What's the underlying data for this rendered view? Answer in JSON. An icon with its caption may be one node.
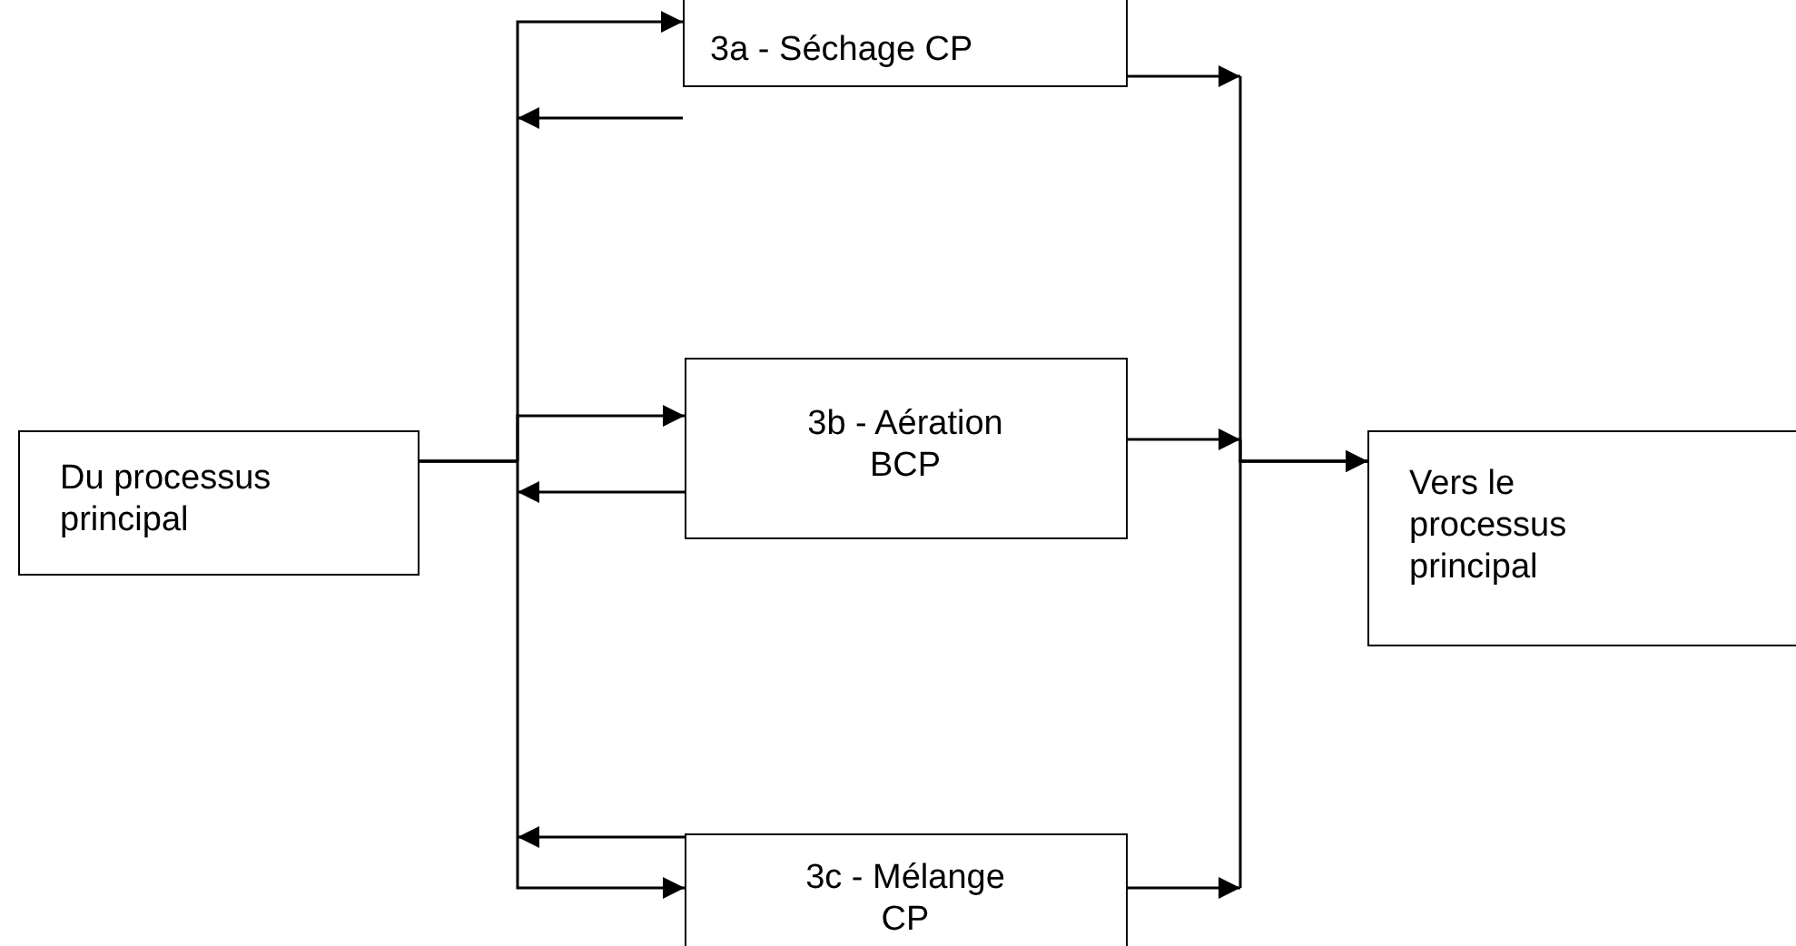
{
  "diagram": {
    "nodes": [
      {
        "text": [
          "Du processus principal"
        ]
      },
      {
        "text": [
          "3a - Séchage CP"
        ]
      },
      {
        "text": [
          "3b - Aération BCP"
        ]
      },
      {
        "text": [
          "3c - Mélange CP"
        ]
      },
      {
        "text": [
          "Vers le processus principal"
        ]
      }
    ],
    "edges": [
      {
        "from": 0,
        "to": 1,
        "arrow": "to"
      },
      {
        "from": 1,
        "to": null,
        "arrow": "to"
      },
      {
        "from": 0,
        "to": 2,
        "arrow": "to"
      },
      {
        "from": 2,
        "to": null,
        "arrow": "to"
      },
      {
        "from": 3,
        "to": null,
        "arrow": "to"
      },
      {
        "from": 0,
        "to": 3,
        "arrow": "to"
      },
      {
        "from": 1,
        "to": 4,
        "arrow": "to"
      },
      {
        "from": 2,
        "to": 4,
        "arrow": "to"
      },
      {
        "from": 3,
        "to": 4,
        "arrow": "to"
      }
    ]
  }
}
